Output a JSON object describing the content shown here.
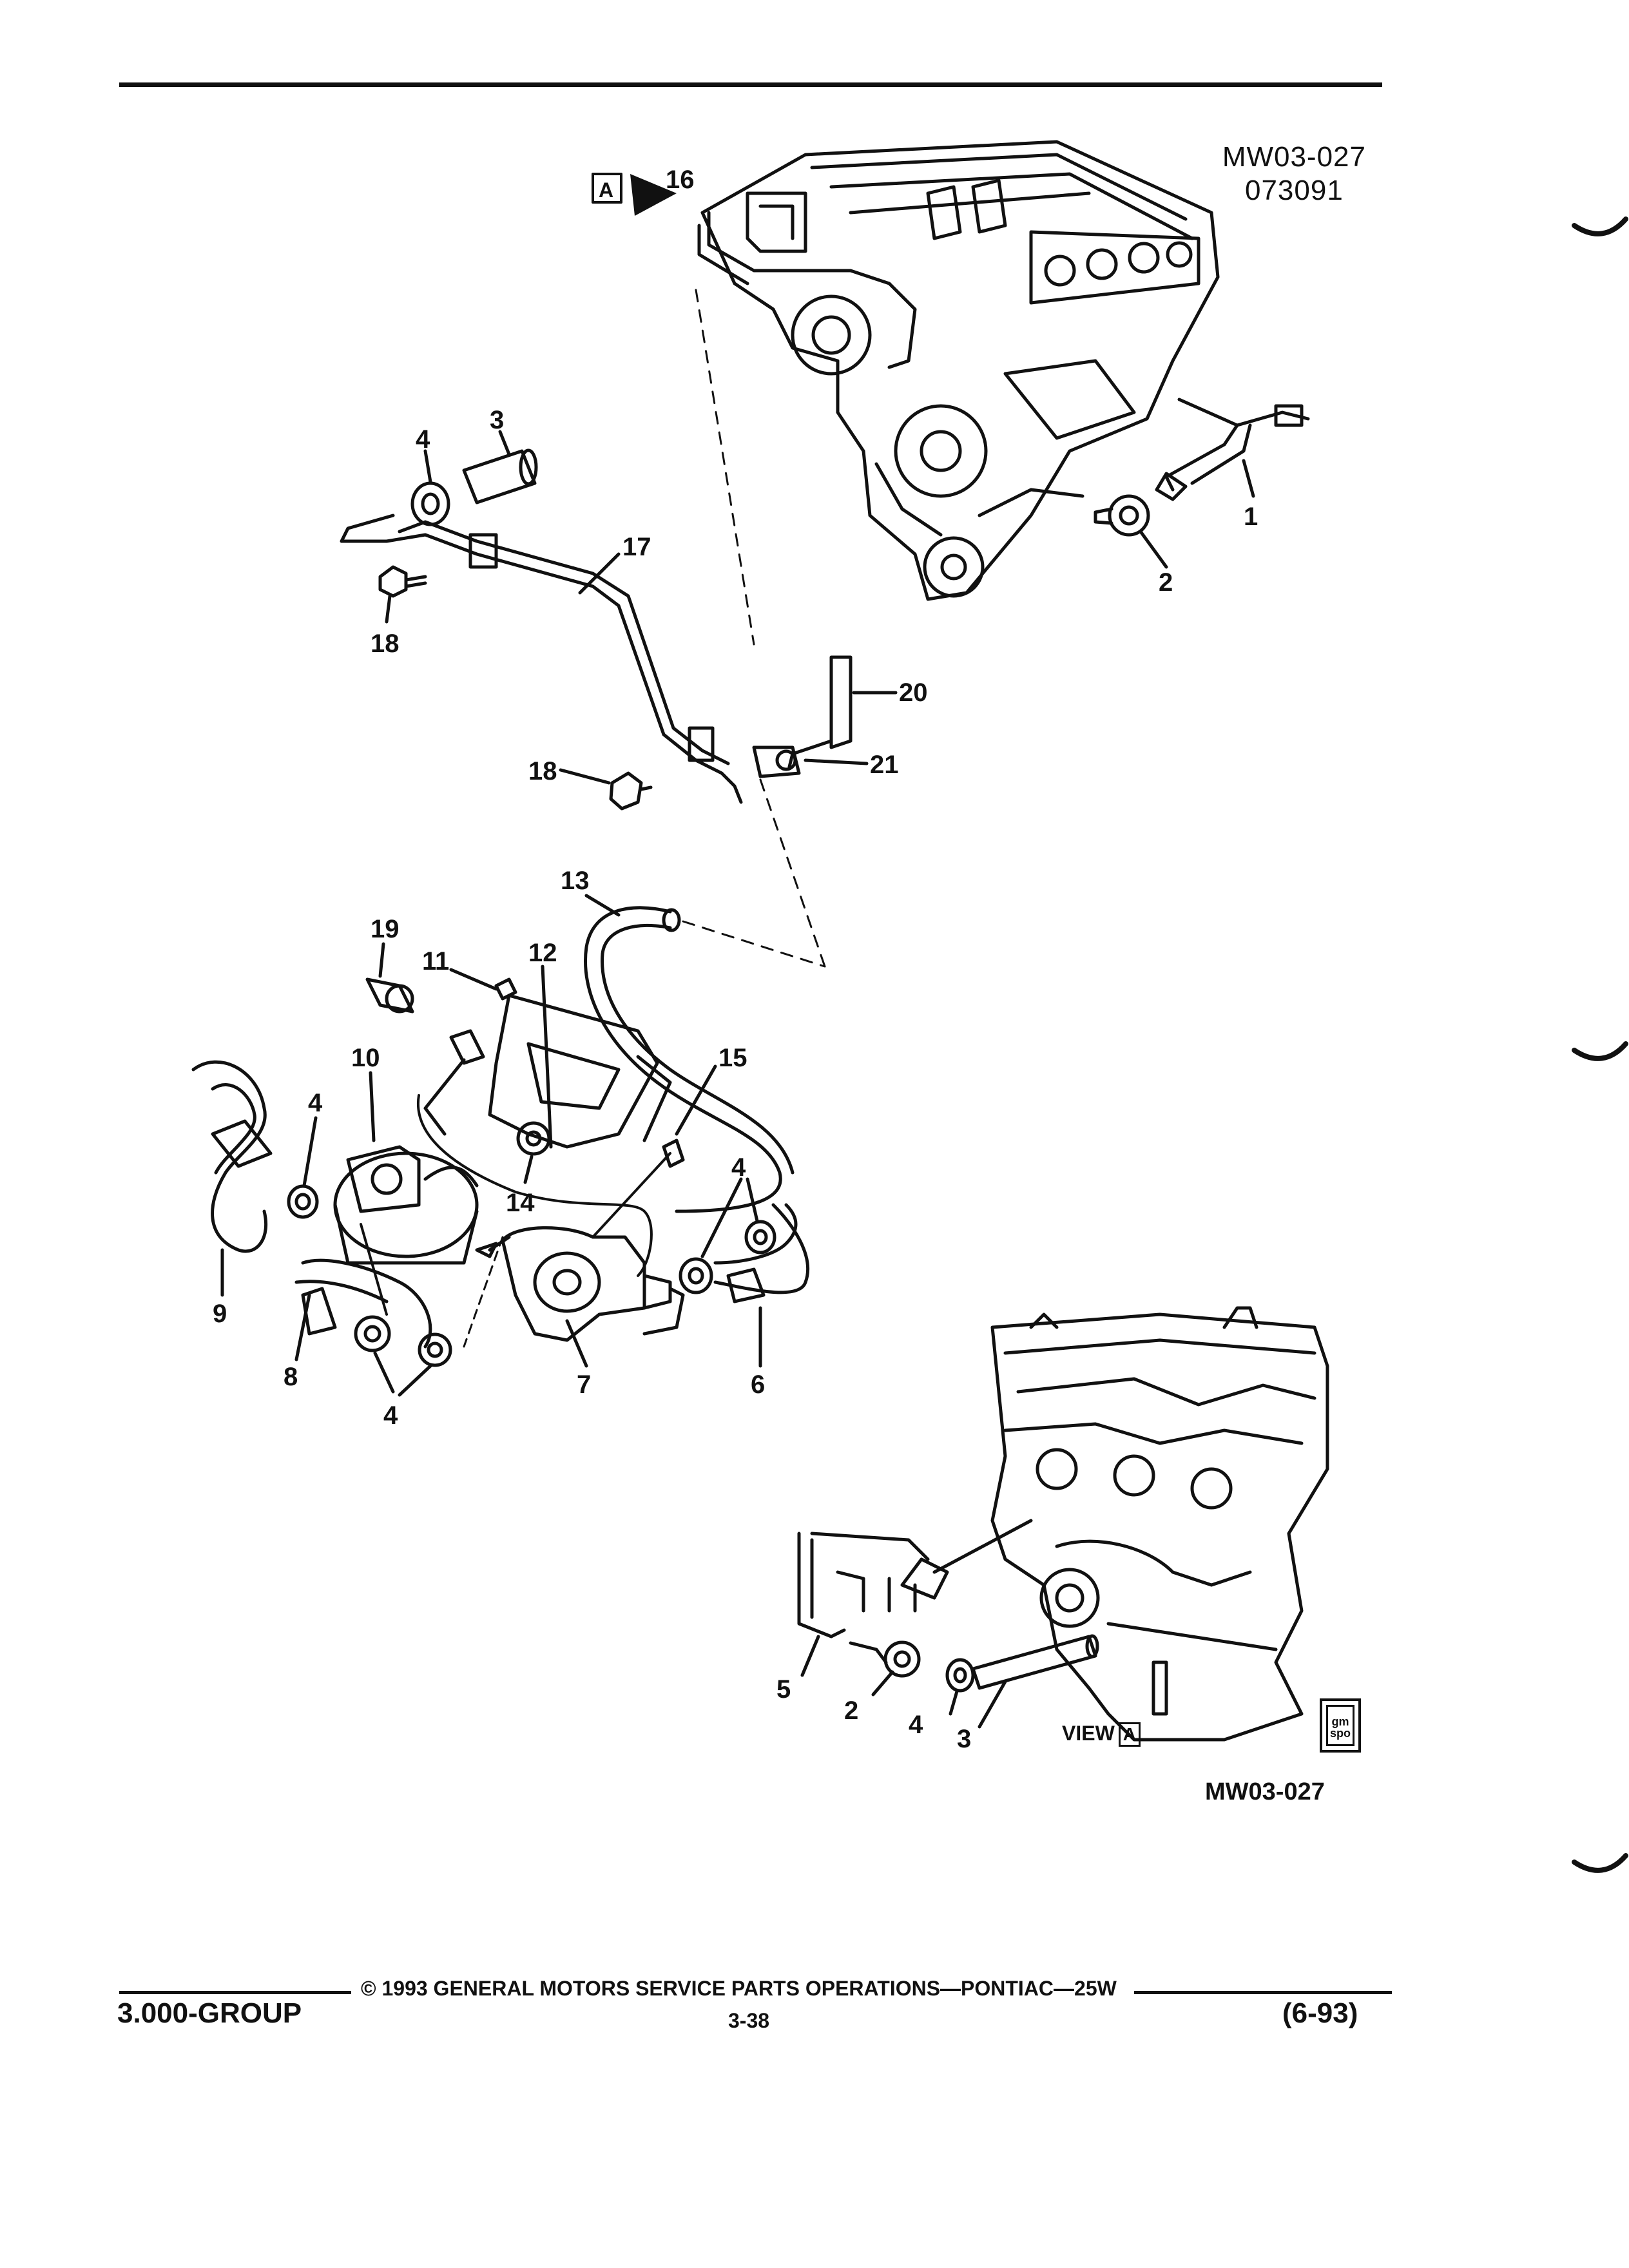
{
  "drawing": {
    "code_top": "MW03-027",
    "date_top": "073091",
    "code_bottom": "MW03-027",
    "view_word": "VIEW",
    "view_letter": "A",
    "arrow_letter": "A",
    "logo_text": "gm spo"
  },
  "callouts": [
    {
      "id": "c16",
      "text": "16"
    },
    {
      "id": "c4a",
      "text": "4"
    },
    {
      "id": "c3a",
      "text": "3"
    },
    {
      "id": "c17",
      "text": "17"
    },
    {
      "id": "c1",
      "text": "1"
    },
    {
      "id": "c2a",
      "text": "2"
    },
    {
      "id": "c18a",
      "text": "18"
    },
    {
      "id": "c20",
      "text": "20"
    },
    {
      "id": "c21",
      "text": "21"
    },
    {
      "id": "c18b",
      "text": "18"
    },
    {
      "id": "c13",
      "text": "13"
    },
    {
      "id": "c19",
      "text": "19"
    },
    {
      "id": "c11",
      "text": "11"
    },
    {
      "id": "c12",
      "text": "12"
    },
    {
      "id": "c10",
      "text": "10"
    },
    {
      "id": "c15",
      "text": "15"
    },
    {
      "id": "c4b",
      "text": "4"
    },
    {
      "id": "c14",
      "text": "14"
    },
    {
      "id": "c4c",
      "text": "4"
    },
    {
      "id": "c9",
      "text": "9"
    },
    {
      "id": "c8",
      "text": "8"
    },
    {
      "id": "c4d",
      "text": "4"
    },
    {
      "id": "c7",
      "text": "7"
    },
    {
      "id": "c6",
      "text": "6"
    },
    {
      "id": "c5",
      "text": "5"
    },
    {
      "id": "c2b",
      "text": "2"
    },
    {
      "id": "c4e",
      "text": "4"
    },
    {
      "id": "c3b",
      "text": "3"
    }
  ],
  "footer": {
    "copyright": "© 1993 GENERAL MOTORS SERVICE PARTS OPERATIONS—PONTIAC—25W",
    "page": "3-38",
    "group": "3.000-GROUP",
    "date": "(6-93)"
  }
}
